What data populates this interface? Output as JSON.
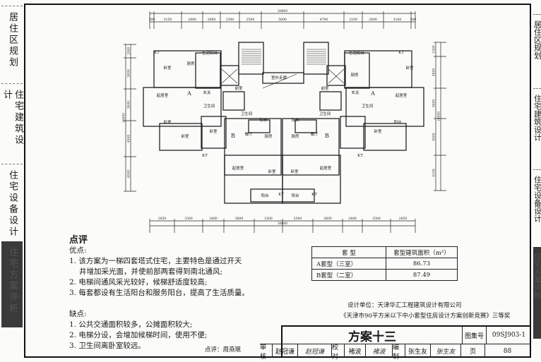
{
  "side_tabs": [
    "居住区规划",
    "住宅建筑设计",
    "住宅设备设计",
    "住宅方案评析"
  ],
  "plan": {
    "top_total": "30800",
    "top_segments": [
      "300",
      "3150",
      "2400",
      "2600",
      "2300",
      "2500",
      "5000",
      "4700",
      "2100",
      "2400",
      "3160",
      "300"
    ],
    "bottom_total": "30800",
    "bottom_segments": [
      "2850",
      "3300",
      "2400",
      "3600",
      "3300",
      "3300",
      "3600",
      "2400",
      "3300",
      "2850"
    ],
    "left_total": "16500",
    "left_segments": [
      "1500",
      "3000",
      "3000",
      "4500",
      "4500"
    ],
    "right_total": "16500",
    "right_segments": [
      "1500",
      "3000",
      "3000",
      "4500",
      "4100"
    ],
    "rooms": [
      "卧室",
      "厨房",
      "生活阳台",
      "起居室",
      "A",
      "玄关",
      "前室",
      "室外走廊",
      "卫生间",
      "餐厅",
      "B",
      "阳台",
      "卧室",
      "起居室",
      "A",
      "前室",
      "玄关",
      "厨房",
      "生活阳台",
      "卧室",
      "卫生间",
      "餐厅",
      "B",
      "阳台",
      "厨房",
      "厨房",
      "卧室",
      "卧室",
      "起居室",
      "起居室",
      "阳台",
      "阳台",
      "卧室",
      "卧室",
      "卫生间",
      "卫生间",
      "卧室",
      "阳台",
      "KT",
      "KT",
      "KT",
      "KT",
      "KT",
      "KT"
    ]
  },
  "review": {
    "heading": "点评",
    "pros_title": "优点:",
    "pros": [
      "1. 该方案为一梯四套塔式住宅，主要特色是通过开天",
      "井增加采光面，并使前部两套得到南北通风;",
      "2. 电梯间通风采光较好，候梯舒适度较高;",
      "3. 每套都设有生活阳台和服务阳台，提高了生活质量。"
    ],
    "cons_title": "缺点:",
    "cons": [
      "1. 公共交通面积较多，公摊面积较大;",
      "2. 电梯分设，会增加候梯时间，使用不便;",
      "3. 卫生间离卧室较远。"
    ],
    "reviewer": "点评：周燕珉"
  },
  "area_table": {
    "headers": [
      "套  型",
      "套型建筑面积（m²）"
    ],
    "rows": [
      [
        "A套型（三室）",
        "86.73"
      ],
      [
        "B套型（二室）",
        "87.49"
      ]
    ]
  },
  "designer": {
    "unit": "设计单位：天津华汇工程建筑设计有限公司",
    "award": "《天津市90平方米以下中小套型住房设计方案创新竞赛》三等奖"
  },
  "title_block": {
    "title": "方案十三",
    "atlas_label": "图集号",
    "atlas_no": "09SJ903-1",
    "review_label": "审核",
    "review_name": "赵冠谦",
    "review_sig": "赵冠谦",
    "check_label": "校对",
    "check_name": "褚波",
    "check_sig": "褚波",
    "draw_label": "编制",
    "draw_name": "张生友",
    "draw_sig": "张生友",
    "page_label": "页",
    "page_no": "88"
  }
}
